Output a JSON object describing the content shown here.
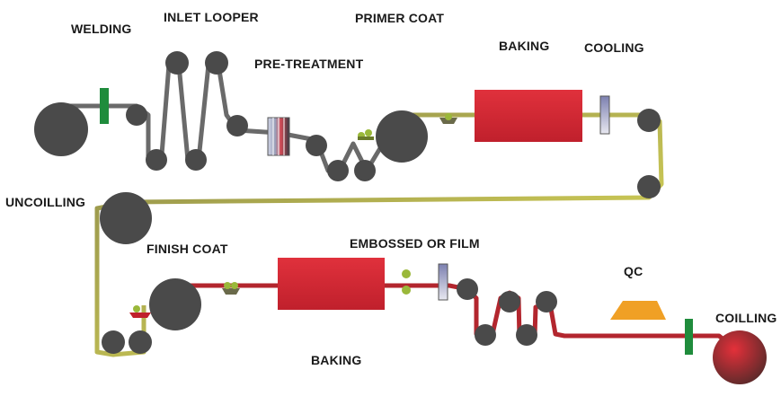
{
  "labels": {
    "welding": "WELDING",
    "inlet_looper": "INLET LOOPER",
    "primer_coat": "PRIMER COAT",
    "baking_top": "BAKING",
    "cooling": "COOLING",
    "pre_treatment": "PRE-TREATMENT",
    "uncoiling": "UNCOILLING",
    "finish_coat": "FINISH COAT",
    "embossed_or_film": "EMBOSSED OR FILM",
    "qc": "QC",
    "coiling": "COILLING",
    "baking_bottom": "BAKING"
  },
  "colors": {
    "roller": "#4a4a4a",
    "strip_gray": "#6a6a6a",
    "strip_yellow": "#e3e05a",
    "strip_red": "#b3262e",
    "oven": "#d22b36",
    "welder": "#1f8c3c",
    "qc_station": "#f0a025",
    "coater_green": "#9ab83a"
  }
}
